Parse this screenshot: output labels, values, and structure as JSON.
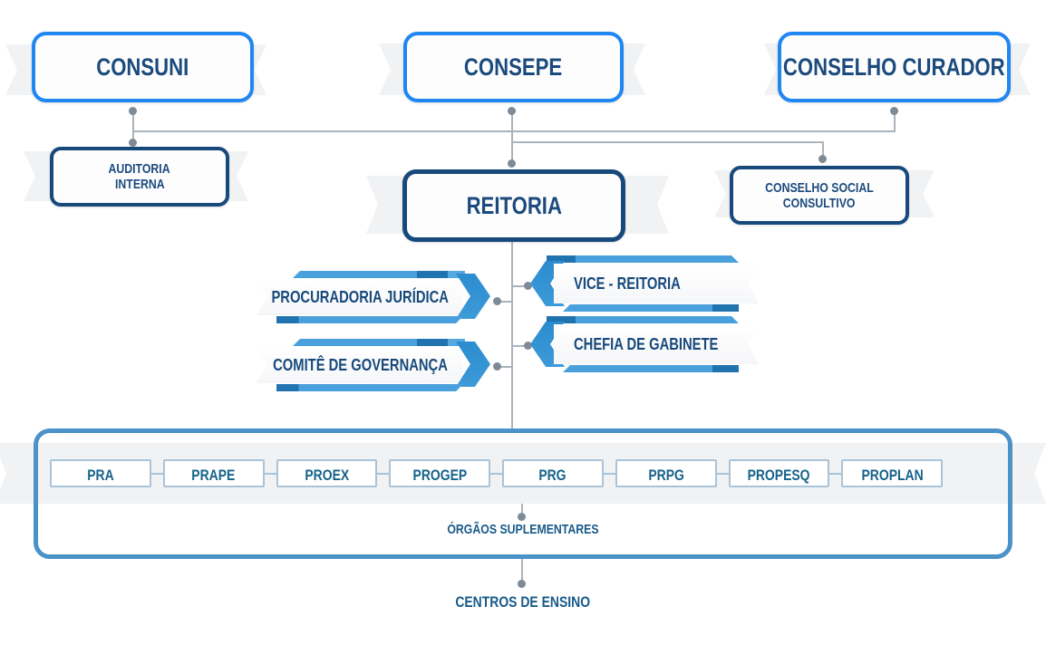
{
  "colors": {
    "bright_blue": "#1f86f2",
    "navy": "#17497b",
    "steel_blue": "#4b92c8",
    "ribbon_blue": "#3d9ad8",
    "ribbon_blue_dark": "#2173b0",
    "title_text": "#1b4a7d",
    "pr_text": "#15628a",
    "connector_gray": "#aab3bc",
    "band_gray": "#f1f2f4"
  },
  "councils": {
    "consuni": "CONSUNI",
    "consepe": "CONSEPE",
    "conselho_curador": "CONSELHO CURADOR"
  },
  "units": {
    "auditoria_line1": "AUDITORIA",
    "auditoria_line2": "INTERNA",
    "reitoria": "REITORIA",
    "conselho_social_line1": "CONSELHO SOCIAL",
    "conselho_social_line2": "CONSULTIVO"
  },
  "ribbons": {
    "procuradoria": "PROCURADORIA JURÍDICA",
    "comite": "COMITÊ DE GOVERNANÇA",
    "vice_reitoria": "VICE - REITORIA",
    "chefia_gabinete": "CHEFIA DE GABINETE"
  },
  "pro_reitorias": [
    "PRA",
    "PRAPE",
    "PROEX",
    "PROGEP",
    "PRG",
    "PRPG",
    "PROPESQ",
    "PROPLAN"
  ],
  "footer": {
    "orgaos_suplementares": "ÓRGÃOS SUPLEMENTARES",
    "centros_de_ensino": "CENTROS DE ENSINO"
  }
}
